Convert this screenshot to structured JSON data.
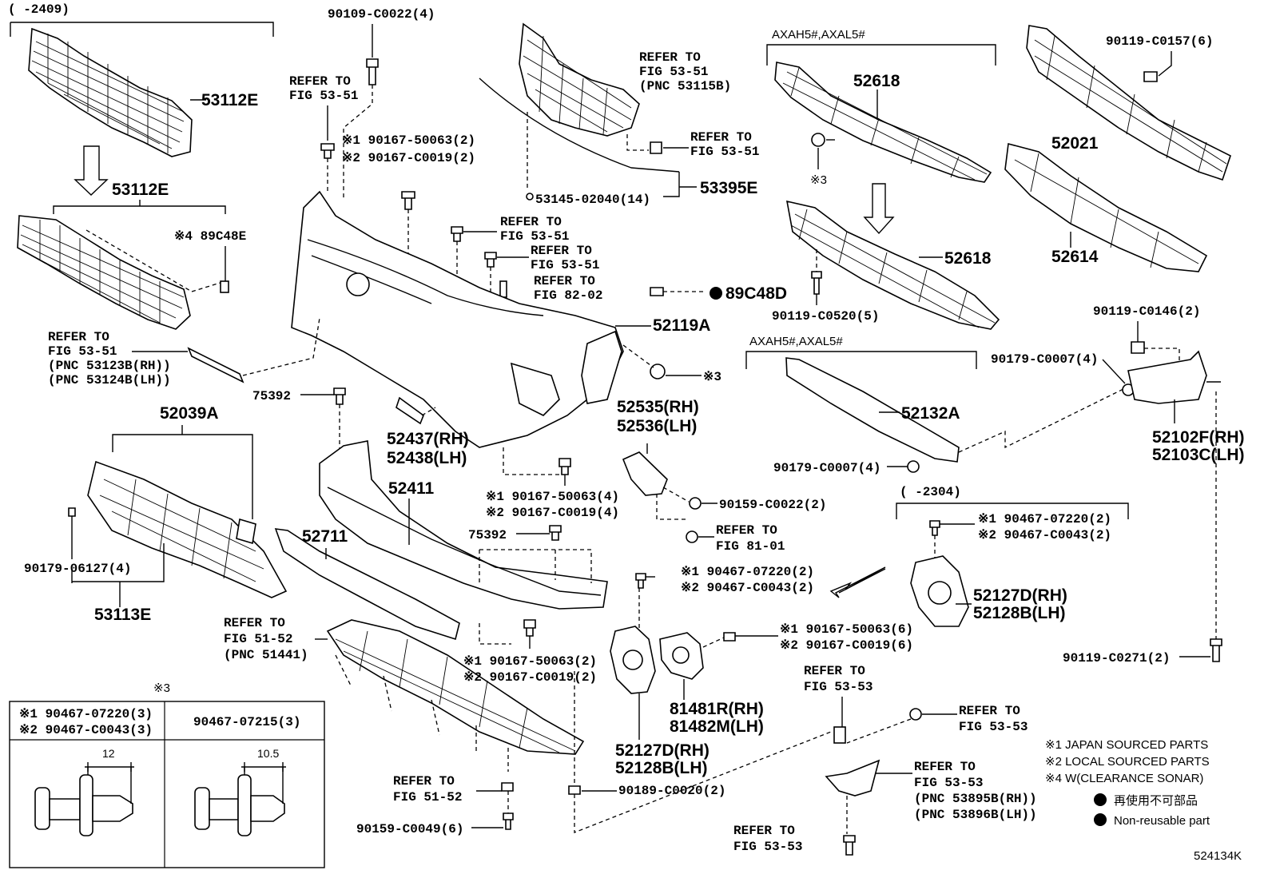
{
  "diagram_id": "524134K",
  "range_top_left": "(      -2409)",
  "range_right": "(      -2304)",
  "model_codes_1": "AXAH5#,AXAL5#",
  "model_codes_2": "AXAH5#,AXAL5#",
  "star3_header": "※3",
  "parts": {
    "p53112E_a": "53112E",
    "p53112E_b": "53112E",
    "p89C48E": "※4 89C48E",
    "p53123": [
      "REFER TO",
      "FIG 53-51",
      "(PNC 53123B(RH))",
      "(PNC 53124B(LH))"
    ],
    "p90109": "90109-C0022(4)",
    "ref_53_51_a": [
      "REFER TO",
      "FIG 53-51"
    ],
    "p90167_a1": "※1 90167-50063(2)",
    "p90167_a2": "※2 90167-C0019(2)",
    "ref_53115B": [
      "REFER TO",
      "FIG 53-51",
      "(PNC 53115B)"
    ],
    "ref_53_51_b": [
      "REFER TO",
      "FIG 53-51"
    ],
    "p53145": "53145-02040(14)",
    "p53395E": "53395E",
    "ref_53_51_c": [
      "REFER TO",
      "FIG 53-51"
    ],
    "ref_53_51_d": [
      "REFER TO",
      "FIG 53-51"
    ],
    "ref_82_02": [
      "REFER TO",
      "FIG 82-02"
    ],
    "p89C48D": "89C48D",
    "p52119A": "52119A",
    "star3_a": "※3",
    "p52618_a": "52618",
    "star3_b": "※3",
    "p52618_b": "52618",
    "p90119_C0520": "90119-C0520(5)",
    "p90119_C0157": "90119-C0157(6)",
    "p52021": "52021",
    "p52614": "52614",
    "p75392_a": "75392",
    "p52039A": "52039A",
    "p52437": [
      "52437(RH)",
      "52438(LH)"
    ],
    "p52535": [
      "52535(RH)",
      "52536(LH)"
    ],
    "p52132A": "52132A",
    "p90119_C0146": "90119-C0146(2)",
    "p90179_C0007_a": "90179-C0007(4)",
    "p90179_C0007_b": "90179-C0007(4)",
    "p52102F": [
      "52102F(RH)",
      "52103C(LH)"
    ],
    "p52411": "52411",
    "p90167_b1": "※1 90167-50063(4)",
    "p90167_b2": "※2 90167-C0019(4)",
    "p90159_C0022": "90159-C0022(2)",
    "ref_81_01": [
      "REFER TO",
      "FIG 81-01"
    ],
    "p52711": "52711",
    "p75392_b": "75392",
    "p90179_06127": "90179-06127(4)",
    "p53113E": "53113E",
    "p90467_a1": "※1 90467-07220(2)",
    "p90467_a2": "※2 90467-C0043(2)",
    "p90467_b1": "※1 90467-07220(2)",
    "p90467_b2": "※2 90467-C0043(2)",
    "p52127D_a": [
      "52127D(RH)",
      "52128B(LH)"
    ],
    "ref_51_52_a": [
      "REFER TO",
      "FIG 51-52",
      "(PNC 51441)"
    ],
    "p90167_c1": "※1 90167-50063(2)",
    "p90167_c2": "※2 90167-C0019(2)",
    "p90167_d1": "※1 90167-50063(6)",
    "p90167_d2": "※2 90167-C0019(6)",
    "p90119_C0271": "90119-C0271(2)",
    "p81481R": [
      "81481R(RH)",
      "81482M(LH)"
    ],
    "p52127D_b": [
      "52127D(RH)",
      "52128B(LH)"
    ],
    "ref_53_53_a": [
      "REFER TO",
      "FIG 53-53"
    ],
    "ref_53_53_b": [
      "REFER TO",
      "FIG 53-53"
    ],
    "ref_53_53_c": [
      "REFER TO",
      "FIG 53-53",
      "(PNC 53895B(RH))",
      "(PNC 53896B(LH))"
    ],
    "ref_53_53_d": [
      "REFER TO",
      "FIG 53-53"
    ],
    "ref_51_52_b": [
      "REFER TO",
      "FIG 51-52"
    ],
    "p90189_C0020": "90189-C0020(2)",
    "p90159_C0049": "90159-C0049(6)"
  },
  "clip_table": {
    "left_1": "※1 90467-07220(3)",
    "left_2": "※2 90467-C0043(3)",
    "right": "90467-07215(3)",
    "dim_left": "12",
    "dim_right": "10.5"
  },
  "legend": {
    "l1": "※1 JAPAN SOURCED PARTS",
    "l2": "※2 LOCAL SOURCED PARTS",
    "l4": "※4 W(CLEARANCE SONAR)",
    "jp": "再使用不可部品",
    "en": "Non-reusable part"
  }
}
